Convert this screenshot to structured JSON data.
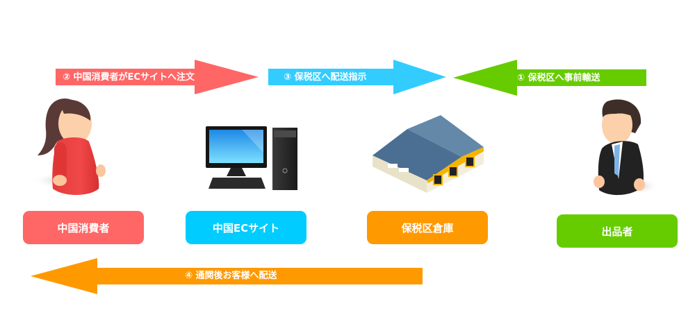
{
  "colors": {
    "consumer": "#ff6666",
    "ec_site": "#00ccff",
    "warehouse": "#ff9900",
    "seller": "#66cc00",
    "arrow_step2": "#ff6666",
    "arrow_step3": "#33ccff",
    "arrow_step1": "#66cc00",
    "arrow_step4": "#ff9900"
  },
  "arrows": {
    "step1": {
      "label": "① 保税区へ事前輸送",
      "direction": "left"
    },
    "step2": {
      "label": "② 中国消費者がECサイトへ注文",
      "direction": "right"
    },
    "step3": {
      "label": "③ 保税区へ配送指示",
      "direction": "right"
    },
    "step4": {
      "label": "④  通関後お客様へ配送",
      "direction": "left"
    }
  },
  "nodes": {
    "consumer": {
      "label": "中国消費者",
      "icon": "female-person-icon"
    },
    "ec_site": {
      "label": "中国ECサイト",
      "icon": "desktop-computer-icon"
    },
    "warehouse": {
      "label": "保税区倉庫",
      "icon": "warehouse-icon"
    },
    "seller": {
      "label": "出品者",
      "icon": "businessman-icon"
    }
  }
}
